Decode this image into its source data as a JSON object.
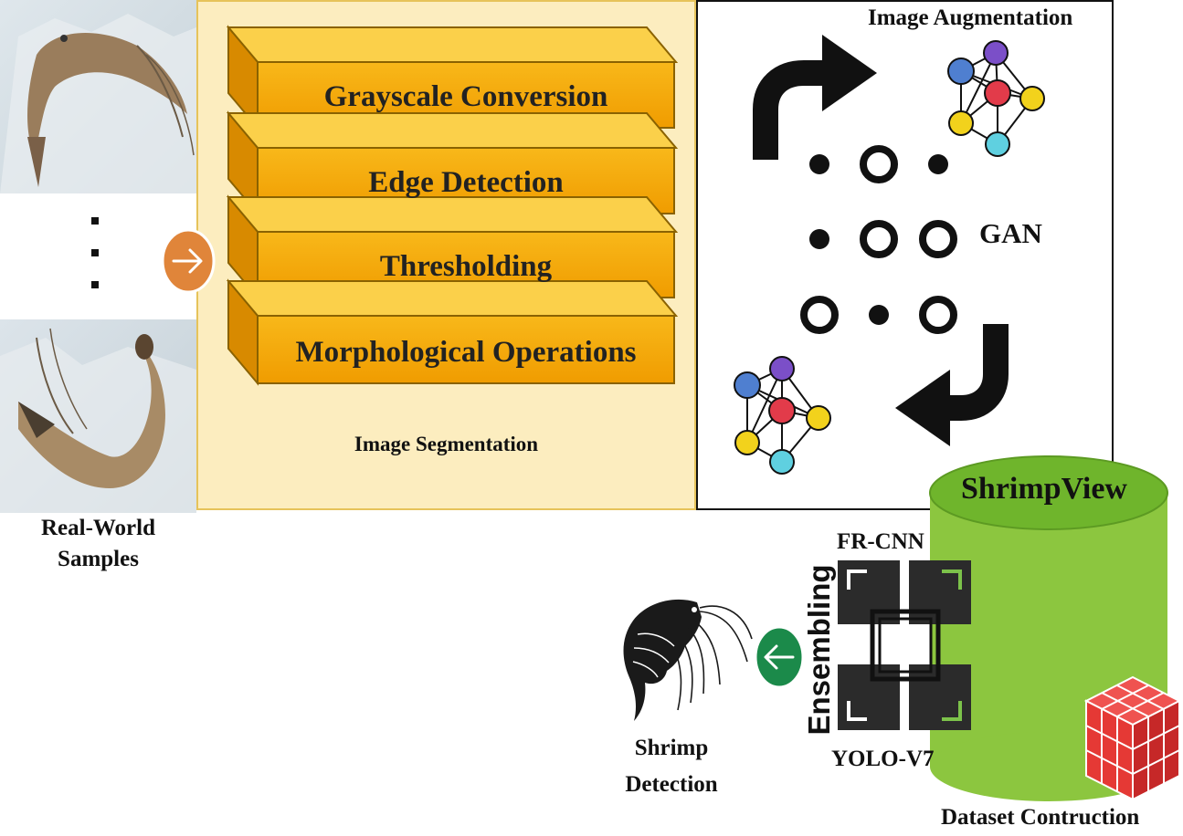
{
  "samples": {
    "label_line1": "Real-World",
    "label_line2": "Samples"
  },
  "segmentation": {
    "title": "Image Segmentation",
    "steps": [
      "Grayscale Conversion",
      "Edge Detection",
      "Thresholding",
      "Morphological Operations"
    ]
  },
  "augmentation": {
    "title": "Image Augmentation",
    "gan_label": "GAN"
  },
  "dataset": {
    "name": "ShrimpView",
    "caption": "Dataset Contruction"
  },
  "models": {
    "top": "FR-CNN",
    "bottom": "YOLO-V7",
    "method": "Ensembling"
  },
  "detection": {
    "label_line1": "Shrimp",
    "label_line2": "Detection"
  },
  "colors": {
    "seg_panel_bg": "#fcedbf",
    "step_box": "#f5a800",
    "orange_arrow": "#e0853a",
    "green_arrow": "#1b8a4a",
    "cylinder": "#8cc63f",
    "cube": "#e53935",
    "node_blue": "#4f7fd0",
    "node_purple": "#7b4fc8",
    "node_red": "#e23b4a",
    "node_yellow": "#f2d21c",
    "node_cyan": "#5fd0e0"
  }
}
